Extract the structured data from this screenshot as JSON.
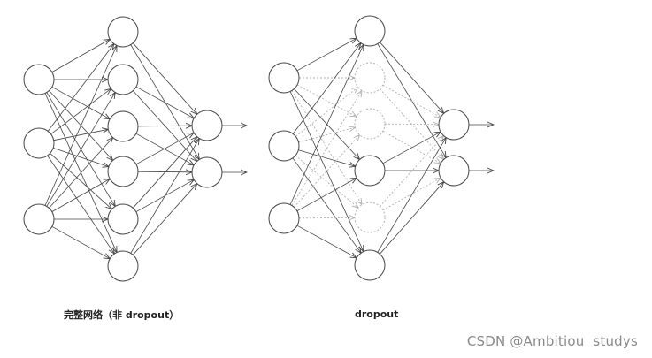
{
  "colors": {
    "background": "#ffffff",
    "node_stroke": "#444444",
    "edge_active": "#444444",
    "edge_dropped": "#b0b0b0",
    "caption_text": "#222222",
    "watermark_text": "#8a8a8a"
  },
  "networks": [
    {
      "id": "full",
      "caption": "完整网络（非 dropout）",
      "layer_sizes": [
        3,
        6,
        2
      ],
      "dropped_hidden_nodes": []
    },
    {
      "id": "dropout",
      "caption": "dropout",
      "layer_sizes": [
        3,
        6,
        2
      ],
      "dropped_hidden_nodes": [
        1,
        2,
        4
      ]
    }
  ],
  "watermark": "CSDN @Ambitiou  studys"
}
